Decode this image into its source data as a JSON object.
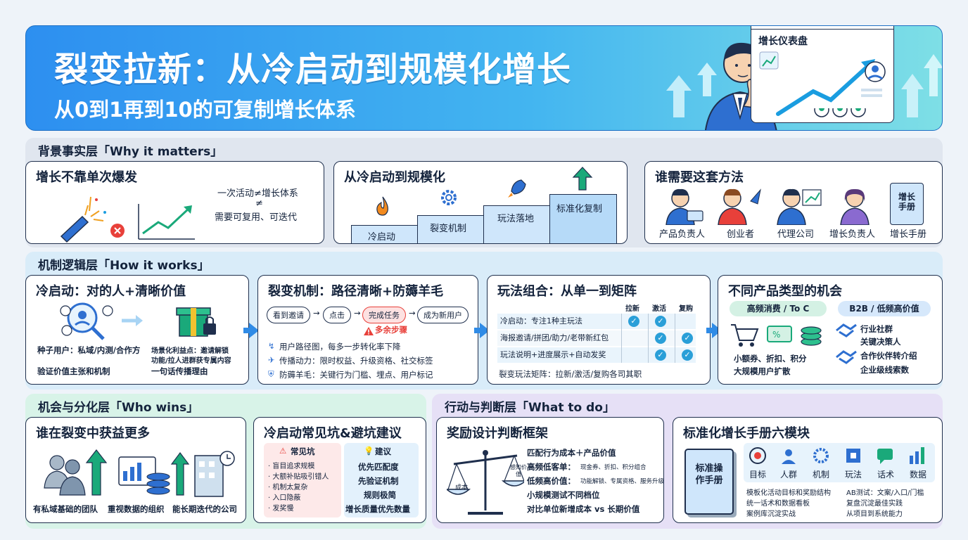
{
  "header": {
    "title": "裂变拉新：从冷启动到规模化增长",
    "subtitle": "从0到1再到10的可复制增长体系",
    "dashboard_title": "增长仪表盘"
  },
  "bands": {
    "why": "背景事实层「Why it matters」",
    "how": "机制逻辑层「How it works」",
    "who": "机会与分化层「Who wins」",
    "what": "行动与判断层「What to do」"
  },
  "why": {
    "card1": {
      "title": "增长不靠单次爆发",
      "line1": "一次活动≠增长体系",
      "line2": "≠",
      "line3": "需要可复用、可迭代"
    },
    "card2": {
      "title": "从冷启动到规模化",
      "steps": [
        "冷启动",
        "裂变机制",
        "玩法落地",
        "标准化复制"
      ]
    },
    "card3": {
      "title": "谁需要这套方法",
      "roles": [
        "产品负责人",
        "创业者",
        "代理公司",
        "增长负责人",
        "增长手册"
      ],
      "book_label": "增长手册"
    }
  },
  "how": {
    "cold": {
      "title": "冷启动：对的人+清晰价值",
      "seed": "种子用户：私域/内测/合作方",
      "scene": "场景化利益点：邀请解锁",
      "scene2": "功能/拉人进群获专属内容",
      "validate": "验证价值主张和机制",
      "share": "一句话传播理由"
    },
    "fission": {
      "title": "裂变机制：路径清晰+防薅羊毛",
      "flow": [
        "看到邀请",
        "点击",
        "完成任务",
        "成为新用户"
      ],
      "warning": "多余步骤",
      "path": "用户路径图，每多一步转化率下降",
      "drive": "传播动力：限时权益、升级资格、社交标签",
      "guard": "防薅羊毛：关键行为门槛、埋点、用户标记"
    },
    "combo": {
      "title": "玩法组合：从单一到矩阵",
      "cols": [
        "拉新",
        "激活",
        "复购"
      ],
      "rows": [
        "冷启动：专注1种主玩法",
        "海报邀请/拼团/助力/老带新红包",
        "玩法说明+进度展示+自动发奖"
      ],
      "footer": "裂变玩法矩阵：拉新/激活/复购各司其职"
    },
    "types": {
      "title": "不同产品类型的机会",
      "tag1": "高频消费 / To C",
      "tag2": "B2B / 低频高价值",
      "c1": "小额券、折扣、积分",
      "c2": "大规模用户扩散",
      "b1": "行业社群",
      "b2": "关键决策人",
      "b3": "合作伙伴转介绍",
      "b4": "企业级线索数"
    }
  },
  "who": {
    "card1": {
      "title": "谁在裂变中获益更多",
      "labels": [
        "有私域基础的团队",
        "重视数据的组织",
        "能长期迭代的公司"
      ]
    },
    "card2": {
      "title": "冷启动常见坑&避坑建议",
      "pit_title": "常见坑",
      "pits": [
        "· 盲目追求规模",
        "· 大额补贴吸引错人",
        "· 机制太复杂",
        "· 入口隐蔽",
        "· 发奖慢"
      ],
      "tip_title": "建议",
      "tips": [
        "优先匹配度",
        "先验证机制",
        "规则极简",
        "增长质量优先数量"
      ]
    }
  },
  "what": {
    "card1": {
      "title": "奖励设计判断框架",
      "scale_left": "成本",
      "scale_right": "感知价值",
      "l1": "匹配行为成本＋产品价值",
      "l2a": "高频低客单：",
      "l2b": "现金券、折扣、积分组合",
      "l3a": "低频高价值：",
      "l3b": "功能解锁、专属资格、服务升级",
      "l4": "小规模测试不同档位",
      "l5": "对比单位新增成本 vs 长期价值"
    },
    "card2": {
      "title": "标准化增长手册六模块",
      "book": "标准操作手册",
      "modules": [
        "目标",
        "人群",
        "机制",
        "玩法",
        "话术",
        "数据"
      ],
      "left": [
        "模板化活动目标和奖励结构",
        "统一话术和数据看板",
        "案例库沉淀实战"
      ],
      "right": [
        "AB测试：文案/入口/门槛",
        "复盘沉淀最佳实践",
        "从项目到系统能力"
      ]
    }
  }
}
